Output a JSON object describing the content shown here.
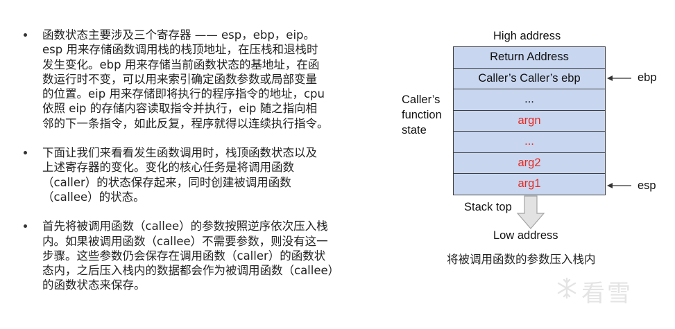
{
  "bullets": [
    {
      "lines": [
        "函数状态主要涉及三个寄存器 —— esp，ebp，eip。",
        "esp 用来存储函数调用栈的栈顶地址，在压栈和退栈时",
        "发生变化。ebp 用来存储当前函数状态的基地址，在函",
        "数运行时不变，可以用来索引确定函数参数或局部变量",
        "的位置。eip 用来存储即将执行的程序指令的地址，cpu",
        "依照 eip 的存储内容读取指令并执行，eip 随之指向相",
        "邻的下一条指令，如此反复，程序就得以连续执行指令。"
      ]
    },
    {
      "lines": [
        "下面让我们来看看发生函数调用时，栈顶函数状态以及",
        "上述寄存器的变化。变化的核心任务是将调用函数",
        "（caller）的状态保存起来，同时创建被调用函数",
        "（callee）的状态。"
      ]
    },
    {
      "lines": [
        "首先将被调用函数（callee）的参数按照逆序依次压入栈",
        "内。如果被调用函数（callee）不需要参数，则没有这一",
        "步骤。这些参数仍会保存在调用函数（caller）的函数状",
        "态内，之后压入栈内的数据都会作为被调用函数（callee）",
        "的函数状态来保存。"
      ]
    }
  ],
  "diagram": {
    "high_address": "High address",
    "low_address": "Low address",
    "stack_top": "Stack top",
    "caller_state": [
      "Caller’s",
      "function",
      "state"
    ],
    "ebp_label": "ebp",
    "esp_label": "esp",
    "cells": [
      {
        "text": "Return Address",
        "color": "#111111"
      },
      {
        "text": "Caller’s Caller’s ebp",
        "color": "#111111"
      },
      {
        "text": "...",
        "color": "#111111"
      },
      {
        "text": "argn",
        "color": "#e8281e"
      },
      {
        "text": "...",
        "color": "#e8281e"
      },
      {
        "text": "arg2",
        "color": "#e8281e"
      },
      {
        "text": "arg1",
        "color": "#e8281e"
      }
    ],
    "cell_fill": "#c8d6f0",
    "caption": "将被调用函数的参数压入栈内"
  },
  "watermark": {
    "text": "看雪",
    "icon": "snowflake-icon"
  }
}
